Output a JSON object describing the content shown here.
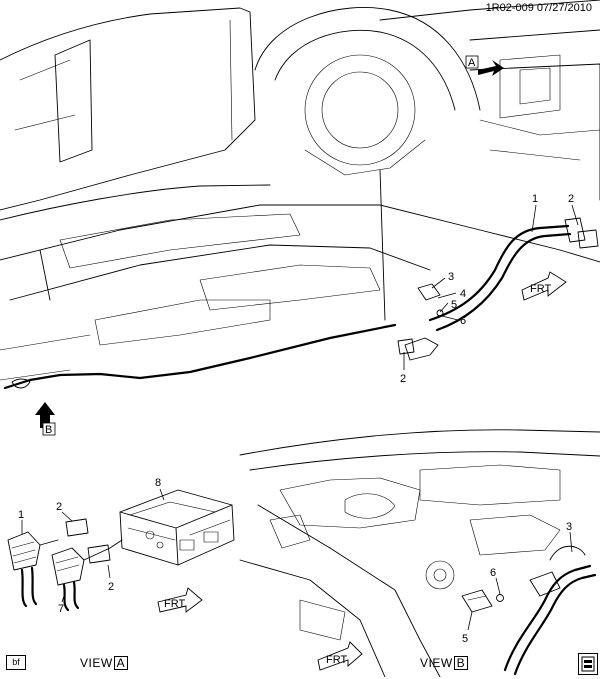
{
  "header": {
    "ref_code": "1R02-009  07/27/2010"
  },
  "footer": {
    "bf_label": "bf"
  },
  "views": {
    "view_a": {
      "word": "VIEW",
      "letter": "A"
    },
    "view_b": {
      "word": "VIEW",
      "letter": "B"
    }
  },
  "arrow_tags": {
    "tag_a": "A",
    "tag_b": "B",
    "frt_main": "FRT",
    "frt_view_a": "FRT",
    "frt_view_b": "FRT"
  },
  "callouts": {
    "main": [
      "1",
      "2",
      "2",
      "3",
      "4",
      "5",
      "6"
    ],
    "view_a": [
      "8",
      "1",
      "2",
      "2",
      "7"
    ],
    "view_b": [
      "3",
      "6",
      "5"
    ]
  },
  "icons": {
    "arrow": "direction-arrow-icon",
    "brand": "publication-logo-icon"
  },
  "colors": {
    "ink": "#000000",
    "paper": "#ffffff"
  }
}
